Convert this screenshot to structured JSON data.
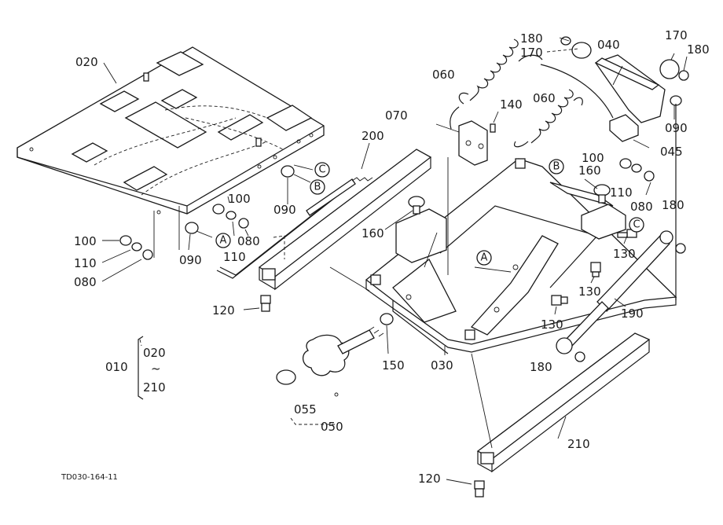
{
  "labels": {
    "p020": "020",
    "p060a": "060",
    "p060b": "060",
    "p070": "070",
    "p140": "140",
    "p180a": "180",
    "p170a": "170",
    "p040": "040",
    "p170b": "170",
    "p180b": "180",
    "p090a": "090",
    "p045": "045",
    "p200": "200",
    "p100a": "100",
    "p090b": "090",
    "p160a": "160",
    "p110a": "110",
    "p100b": "100",
    "p080a": "080",
    "p180c": "180",
    "p160b": "160",
    "p100c": "100",
    "p110b": "110",
    "p080b": "080",
    "p110c": "110",
    "p090c": "090",
    "p080c": "080",
    "p130a": "130",
    "p130b": "130",
    "p130c": "130",
    "p190": "190",
    "p120a": "120",
    "p150": "150",
    "p030": "030",
    "p180d": "180",
    "p010": "010",
    "p010_from": "020",
    "p010_tilde": "~",
    "p010_to": "210",
    "p055": "055",
    "p050": "050",
    "p210": "210",
    "p120b": "120"
  },
  "callouts": {
    "A1": "A",
    "A2": "A",
    "B1": "B",
    "B2": "B",
    "C1": "C",
    "C2": "C"
  },
  "drawing_code": "TD030-164-11"
}
